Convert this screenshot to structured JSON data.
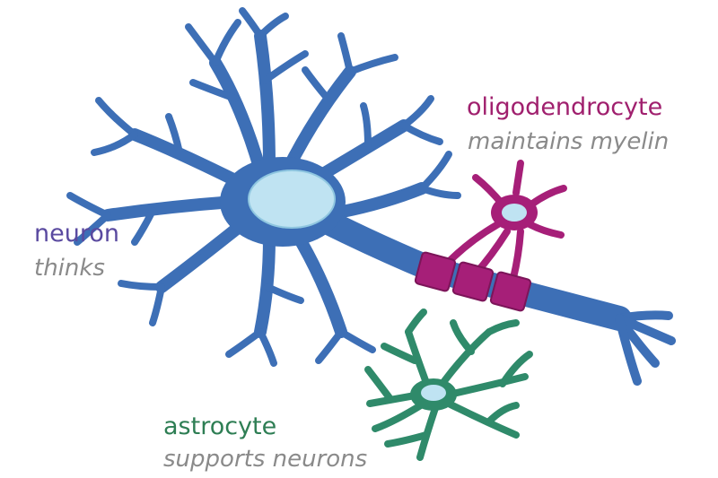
{
  "cells": {
    "oligodendrocyte": {
      "name": "oligodendrocyte",
      "role": "maintains myelin"
    },
    "neuron": {
      "name": "neuron",
      "role": "thinks"
    },
    "astrocyte": {
      "name": "astrocyte",
      "role": "supports neurons"
    }
  },
  "colors": {
    "neuron": "#3d6fb6",
    "neuron_dark": "#2c5696",
    "nucleus": "#bfe3f2",
    "oligodendrocyte": "#a61f78",
    "oligodendrocyte_dark": "#7c1559",
    "astrocyte": "#2f8a6a",
    "neuron_label": "#5a4aa0",
    "oligo_label": "#a0206e",
    "astro_label": "#2e7e54",
    "description": "#8a8a8a"
  },
  "icons": [
    "neuron-cell-icon",
    "oligodendrocyte-cell-icon",
    "astrocyte-cell-icon"
  ]
}
